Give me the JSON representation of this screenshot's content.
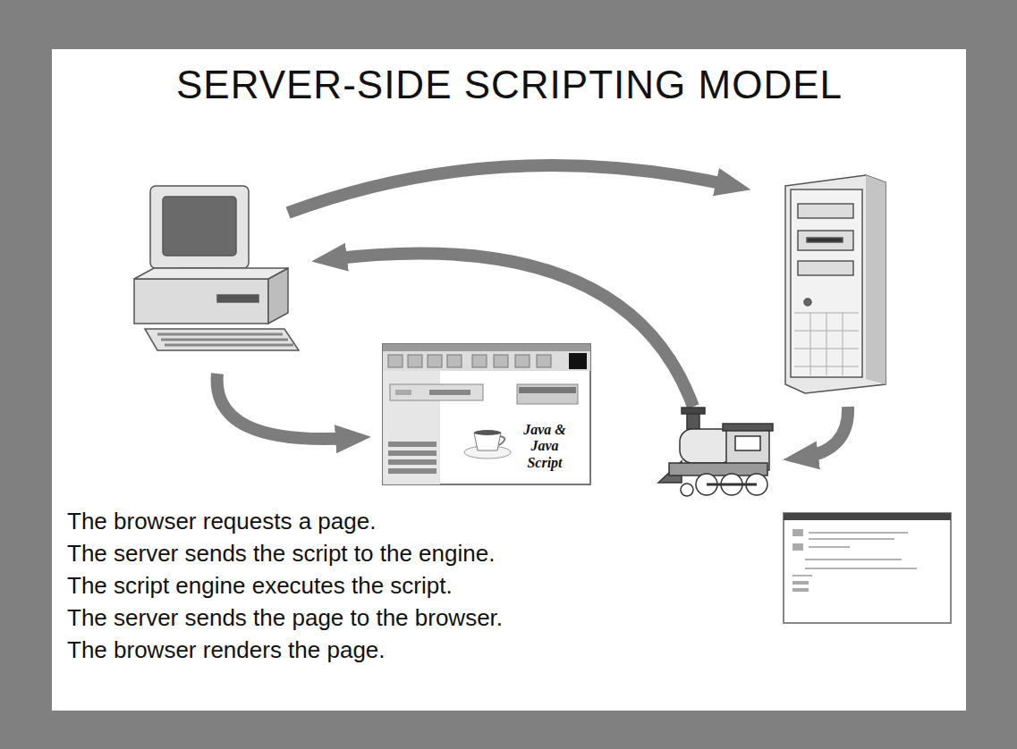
{
  "diagram": {
    "title": "SERVER-SIDE SCRIPTING MODEL",
    "labels": [
      "Java & Java Script",
      "The browser requests a page.",
      "The server sends the script to the engine.",
      "The script engine executes the script.",
      "The server sends the page to the browser.",
      "The browser renders the page."
    ]
  }
}
